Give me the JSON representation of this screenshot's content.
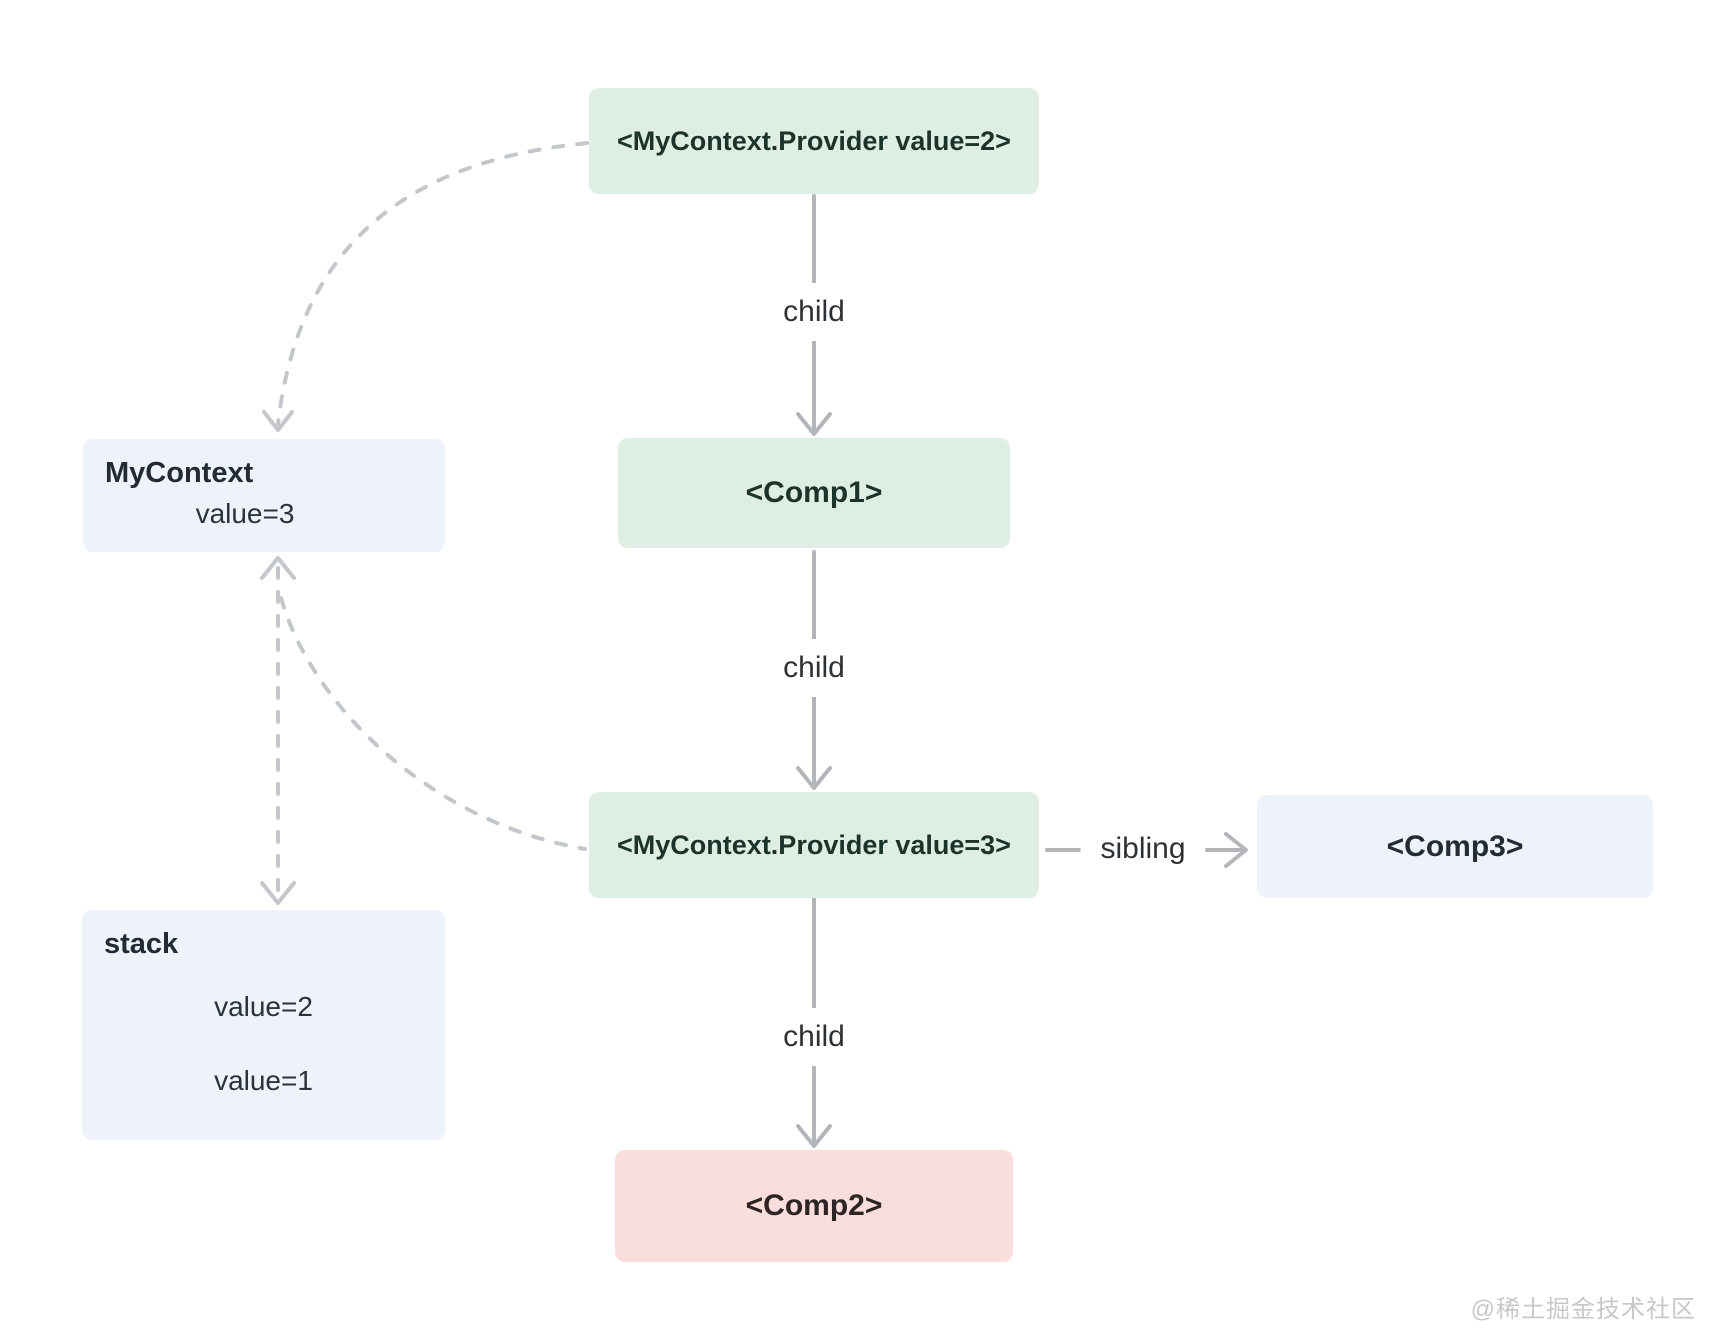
{
  "diagram": {
    "nodes": {
      "provider2": {
        "label": "<MyContext.Provider value=2>"
      },
      "comp1": {
        "label": "<Comp1>"
      },
      "provider3": {
        "label": "<MyContext.Provider value=3>"
      },
      "comp3": {
        "label": "<Comp3>"
      },
      "comp2": {
        "label": "<Comp2>"
      },
      "context": {
        "title": "MyContext",
        "value": "value=3"
      },
      "stack": {
        "title": "stack",
        "values": [
          "value=2",
          "value=1"
        ]
      }
    },
    "edges": {
      "provider2_comp1": {
        "label": "child"
      },
      "comp1_provider3": {
        "label": "child"
      },
      "provider3_comp2": {
        "label": "child"
      },
      "provider3_comp3": {
        "label": "sibling"
      }
    },
    "colors": {
      "node_green_fill": "#dfeee2",
      "node_blue_fill": "#eef2fa",
      "node_pink_fill": "#f9dedc",
      "solid_arrow": "#b2b6ba",
      "dashed_arrow": "#c3c7cb",
      "green_text": "#1c332b",
      "dark_text": "#2d3135"
    },
    "watermark": {
      "text": "@稀土掘金技术社区"
    }
  }
}
